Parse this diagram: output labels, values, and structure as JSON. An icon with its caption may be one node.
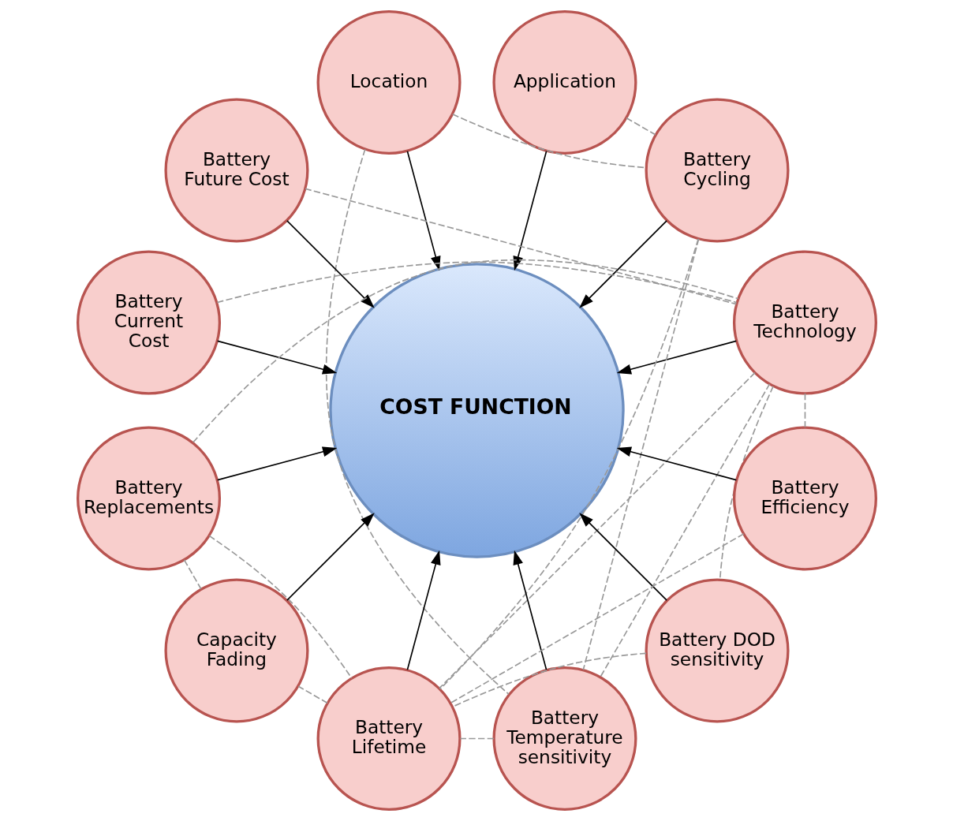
{
  "diagram": {
    "nodes": [
      {
        "text": [
          "COST FUNCTION"
        ]
      },
      {
        "text": [
          "Battery Cycling"
        ]
      },
      {
        "text": [
          "Battery Technology"
        ]
      },
      {
        "text": [
          "Battery Efficiency"
        ]
      },
      {
        "text": [
          "Application"
        ]
      },
      {
        "text": [
          "Battery DOD sensitivity"
        ]
      },
      {
        "text": [
          "Location"
        ]
      },
      {
        "text": [
          "Battery Temperature sensitivity"
        ]
      },
      {
        "text": [
          "Battery Future Cost"
        ]
      },
      {
        "text": [
          "Battery Lifetime"
        ]
      },
      {
        "text": [
          "Battery Current Cost"
        ]
      },
      {
        "text": [
          "Capacity Fading"
        ]
      },
      {
        "text": [
          "Battery Replacements"
        ]
      }
    ],
    "edges": [
      {
        "from": 1,
        "to": 0,
        "arrow": "to",
        "color": "#000000"
      },
      {
        "from": 2,
        "to": 0,
        "arrow": "to",
        "color": "#000000"
      },
      {
        "from": 3,
        "to": 0,
        "arrow": "to",
        "color": "#000000"
      },
      {
        "from": 4,
        "to": 0,
        "arrow": "to",
        "color": "#000000"
      },
      {
        "from": 5,
        "to": 0,
        "arrow": "to",
        "color": "#000000"
      },
      {
        "from": 6,
        "to": 0,
        "arrow": "to",
        "color": "#000000"
      },
      {
        "from": 7,
        "to": 0,
        "arrow": "to",
        "color": "#000000"
      },
      {
        "from": 8,
        "to": 0,
        "arrow": "to",
        "color": "#000000"
      },
      {
        "from": 9,
        "to": 0,
        "arrow": "to",
        "color": "#000000"
      },
      {
        "from": 10,
        "to": 0,
        "arrow": "to",
        "color": "#000000"
      },
      {
        "from": 11,
        "to": 0,
        "arrow": "to",
        "color": "#000000"
      },
      {
        "from": 12,
        "to": 0,
        "arrow": "to",
        "color": "#000000"
      },
      {
        "from": 4,
        "to": 1,
        "arrow": "none",
        "style": "dashed"
      },
      {
        "from": 6,
        "to": 1,
        "arrow": "none",
        "style": "dashed"
      },
      {
        "from": 1,
        "to": 9,
        "arrow": "none",
        "style": "dashed"
      },
      {
        "from": 1,
        "to": 7,
        "arrow": "none",
        "style": "dashed"
      },
      {
        "from": 8,
        "to": 2,
        "arrow": "none",
        "style": "dashed"
      },
      {
        "from": 10,
        "to": 2,
        "arrow": "none",
        "style": "dashed"
      },
      {
        "from": 12,
        "to": 2,
        "arrow": "none",
        "style": "dashed"
      },
      {
        "from": 2,
        "to": 3,
        "arrow": "none",
        "style": "dashed"
      },
      {
        "from": 2,
        "to": 5,
        "arrow": "none",
        "style": "dashed"
      },
      {
        "from": 2,
        "to": 7,
        "arrow": "none",
        "style": "dashed"
      },
      {
        "from": 2,
        "to": 9,
        "arrow": "none",
        "style": "dashed"
      },
      {
        "from": 3,
        "to": 9,
        "arrow": "none",
        "style": "dashed"
      },
      {
        "from": 5,
        "to": 9,
        "arrow": "none",
        "style": "dashed"
      },
      {
        "from": 6,
        "to": 7,
        "arrow": "none",
        "style": "dashed"
      },
      {
        "from": 7,
        "to": 9,
        "arrow": "none",
        "style": "dashed"
      },
      {
        "from": 9,
        "to": 11,
        "arrow": "none",
        "style": "dashed"
      },
      {
        "from": 12,
        "to": 11,
        "arrow": "none",
        "style": "dashed"
      },
      {
        "from": 12,
        "to": 9,
        "arrow": "none",
        "style": "dashed"
      }
    ]
  }
}
